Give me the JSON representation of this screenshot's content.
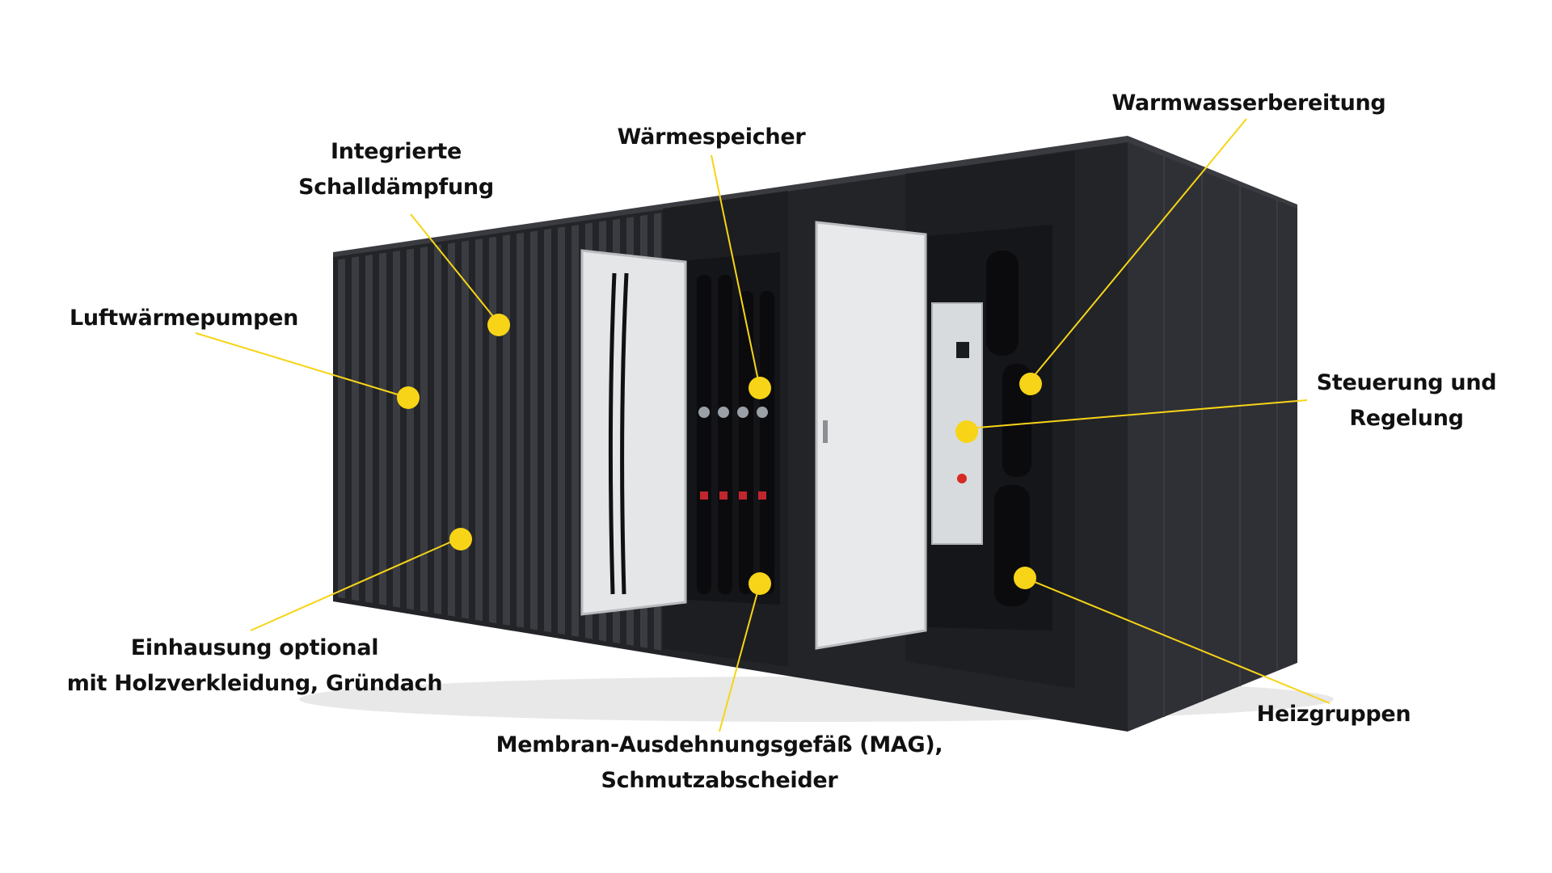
{
  "colors": {
    "accent_yellow": "#f7d417",
    "cabinet_dark": "#2a2b2f",
    "cabinet_face": "#232428",
    "cabinet_side": "#303136",
    "door_panel": "#e6e8ea",
    "background": "#ffffff"
  },
  "labels": {
    "luftwaermepumpen": {
      "lines": [
        "Luftwärmepumpen"
      ]
    },
    "schalldaempfung": {
      "lines": [
        "Integrierte",
        "Schalldämpfung"
      ]
    },
    "waermespeicher": {
      "lines": [
        "Wärmespeicher"
      ]
    },
    "warmwasser": {
      "lines": [
        "Warmwasserbereitung"
      ]
    },
    "steuerung": {
      "lines": [
        "Steuerung und",
        "Regelung"
      ]
    },
    "heizgruppen": {
      "lines": [
        "Heizgruppen"
      ]
    },
    "einhausung": {
      "lines": [
        "Einhausung optional",
        "mit Holzverkleidung, Gründach"
      ]
    },
    "mag": {
      "lines": [
        "Membran-Ausdehnungsgefäß (MAG),",
        "Schmutzabscheider"
      ]
    }
  },
  "icons": {
    "callout_marker": "yellow-dot-icon"
  }
}
